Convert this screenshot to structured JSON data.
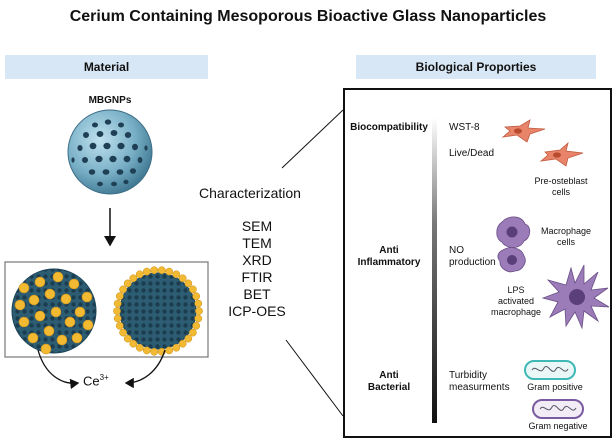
{
  "title": "Cerium Containing Mesoporous Bioactive Glass Nanoparticles",
  "left_header": "Material",
  "right_header": "Biological Proporties",
  "material_label": "MBGNPs",
  "characterization_label": "Characterization",
  "techniques": [
    "SEM",
    "TEM",
    "XRD",
    "FTIR",
    "BET",
    "ICP-OES"
  ],
  "ion_label": "Ce",
  "ion_charge": "3+",
  "properties": {
    "biocompatibility": {
      "name": "Biocompatibility",
      "assays": [
        "WST-8",
        "Live/Dead"
      ],
      "cell_label": [
        "Pre-osteblast",
        "cells"
      ]
    },
    "anti_inflammatory": {
      "name": [
        "Anti",
        "Inflammatory"
      ],
      "assay": [
        "NO",
        "production"
      ],
      "macrophage_label": [
        "Macrophage",
        "cells"
      ],
      "lps_label": [
        "LPS",
        "activated",
        "macrophage"
      ]
    },
    "anti_bacterial": {
      "name": [
        "Anti",
        "Bacterial"
      ],
      "assay": [
        "Turbidity",
        "measurments"
      ],
      "gram_pos": "Gram positive",
      "gram_neg": "Gram negative"
    }
  },
  "colors": {
    "header_bg": "#d8e7f5",
    "glass_blue": "#6fa8bf",
    "pore_dark": "#1f3f55",
    "ceria_yellow": "#f2b933",
    "cell_orange": "#e8846a",
    "macrophage_purple": "#8a66a8",
    "gram_pos_teal": "#3fb8b6",
    "gram_neg_purple": "#7a5aa0"
  }
}
